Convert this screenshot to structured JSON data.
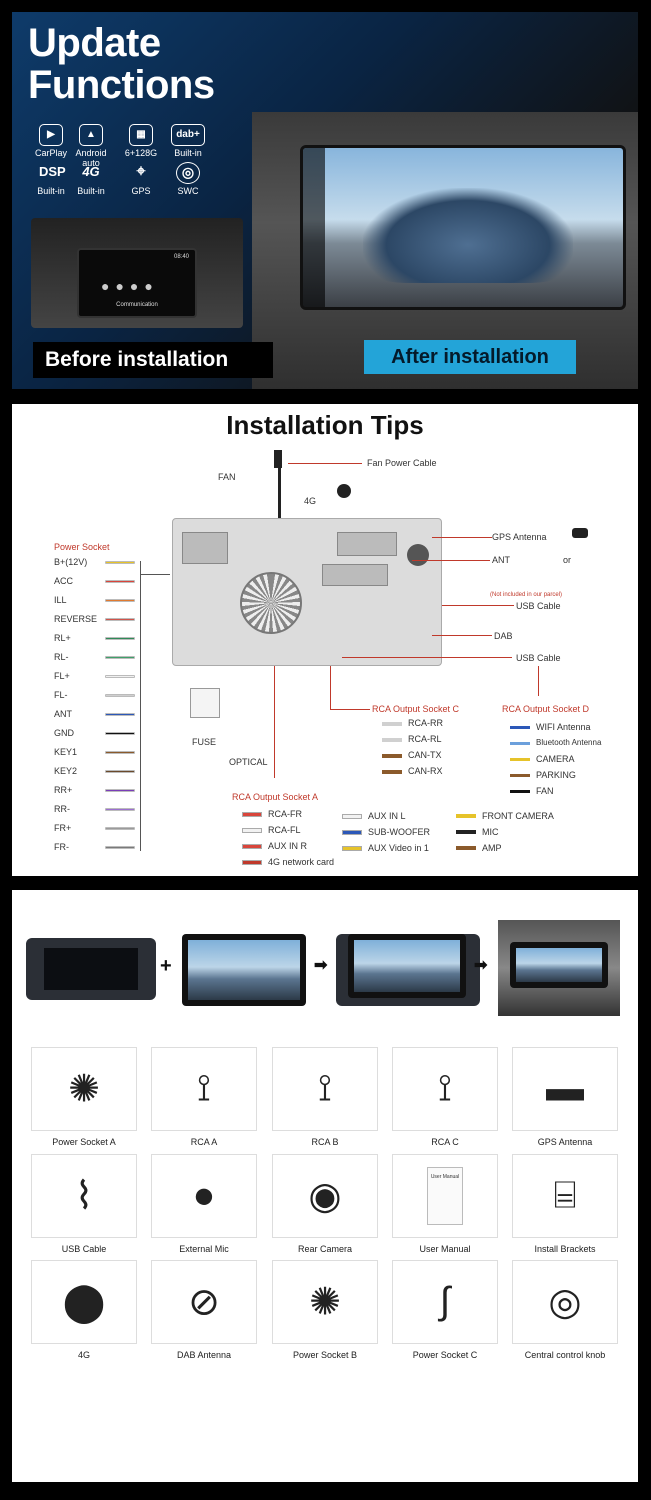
{
  "panel1": {
    "title_line1": "Update",
    "title_line2": "Functions",
    "features": [
      {
        "icon": "carplay-icon",
        "glyph": "▶",
        "label": "CarPlay"
      },
      {
        "icon": "android-auto-icon",
        "glyph": "▲",
        "label": "Android auto"
      },
      {
        "icon": "chip-icon",
        "glyph": "▦",
        "label": "6+128G"
      },
      {
        "icon": "dab-icon",
        "glyph": "dab+",
        "label": "Built-in"
      },
      {
        "icon": "dsp-icon",
        "glyph": "DSP",
        "label": "Built-in"
      },
      {
        "icon": "4g-icon",
        "glyph": "4G",
        "label": "Built-in"
      },
      {
        "icon": "gps-icon",
        "glyph": "⌖",
        "label": "GPS"
      },
      {
        "icon": "swc-icon",
        "glyph": "◎",
        "label": "SWC"
      }
    ],
    "before_screen_time": "08:40",
    "before_screen_text": "Communication",
    "before_label": "Before installation",
    "after_label": "After installation"
  },
  "panel2": {
    "title": "Installation Tips",
    "fan": "FAN",
    "fan_power_cable": "Fan Power Cable",
    "label_4g": "4G",
    "gps_antenna": "GPS Antenna",
    "ant": "ANT",
    "or": "or",
    "not_included": "(Not included in our parcel)",
    "usb_cable_1": "USB Cable",
    "dab": "DAB",
    "usb_cable_2": "USB Cable",
    "power_socket": "Power Socket",
    "pins": [
      {
        "label": "B+(12V)",
        "color": "#e6c32a"
      },
      {
        "label": "ACC",
        "color": "#d9453b"
      },
      {
        "label": "ILL",
        "color": "#e07a30"
      },
      {
        "label": "REVERSE",
        "color": "#d0534a"
      },
      {
        "label": "RL+",
        "color": "#2e8b57"
      },
      {
        "label": "RL-",
        "color": "#3fa06a"
      },
      {
        "label": "FL+",
        "color": "#f0f0f0"
      },
      {
        "label": "FL-",
        "color": "#cfcfcf"
      },
      {
        "label": "ANT",
        "color": "#2c58b8"
      },
      {
        "label": "GND",
        "color": "#111111"
      },
      {
        "label": "KEY1",
        "color": "#8b5a2b"
      },
      {
        "label": "KEY2",
        "color": "#6b4a2b"
      },
      {
        "label": "RR+",
        "color": "#7a3db8"
      },
      {
        "label": "RR-",
        "color": "#9b6fd0"
      },
      {
        "label": "FR+",
        "color": "#9a9a9a"
      },
      {
        "label": "FR-",
        "color": "#7a7a7a"
      }
    ],
    "fuse": "FUSE",
    "optical": "OPTICAL",
    "rca_c_title": "RCA Output Socket C",
    "rca_c_items": [
      "RCA-RR",
      "RCA-RL",
      "CAN-TX",
      "CAN-RX"
    ],
    "rca_d_title": "RCA Output Socket D",
    "rca_d_items": [
      "WIFI Antenna",
      "Bluetooth Antenna",
      "CAMERA",
      "PARKING",
      "FAN"
    ],
    "rca_a_title": "RCA Output Socket A",
    "rca_a_items": [
      "RCA-FR",
      "RCA-FL",
      "AUX IN R",
      "4G network card"
    ],
    "aux_items": [
      "AUX IN L",
      "SUB-WOOFER",
      "AUX Video in 1"
    ],
    "cam_items": [
      "FRONT CAMERA",
      "MIC",
      "AMP"
    ]
  },
  "panel3": {
    "plus": "+",
    "arrow1": "➡",
    "arrow2": "➡",
    "accessories": [
      {
        "label": "Power Socket A",
        "icon": "harness-icon"
      },
      {
        "label": "RCA  A",
        "icon": "rca-cable-icon"
      },
      {
        "label": "RCA  B",
        "icon": "rca-cable-icon"
      },
      {
        "label": "RCA  C",
        "icon": "rca-cable-icon"
      },
      {
        "label": "GPS Antenna",
        "icon": "gps-antenna-icon"
      },
      {
        "label": "USB Cable",
        "icon": "usb-cable-icon"
      },
      {
        "label": "External Mic",
        "icon": "microphone-icon"
      },
      {
        "label": "Rear Camera",
        "icon": "camera-icon"
      },
      {
        "label": "User Manual",
        "icon": "manual-icon"
      },
      {
        "label": "Install Brackets",
        "icon": "bracket-icon"
      },
      {
        "label": "4G",
        "icon": "4g-antenna-icon"
      },
      {
        "label": "DAB Antenna",
        "icon": "dab-antenna-icon"
      },
      {
        "label": "Power Socket B",
        "icon": "harness-icon"
      },
      {
        "label": "Power Socket C",
        "icon": "cable-icon"
      },
      {
        "label": "Central control knob",
        "icon": "knob-icon"
      }
    ],
    "manual_text": "User Manual"
  }
}
